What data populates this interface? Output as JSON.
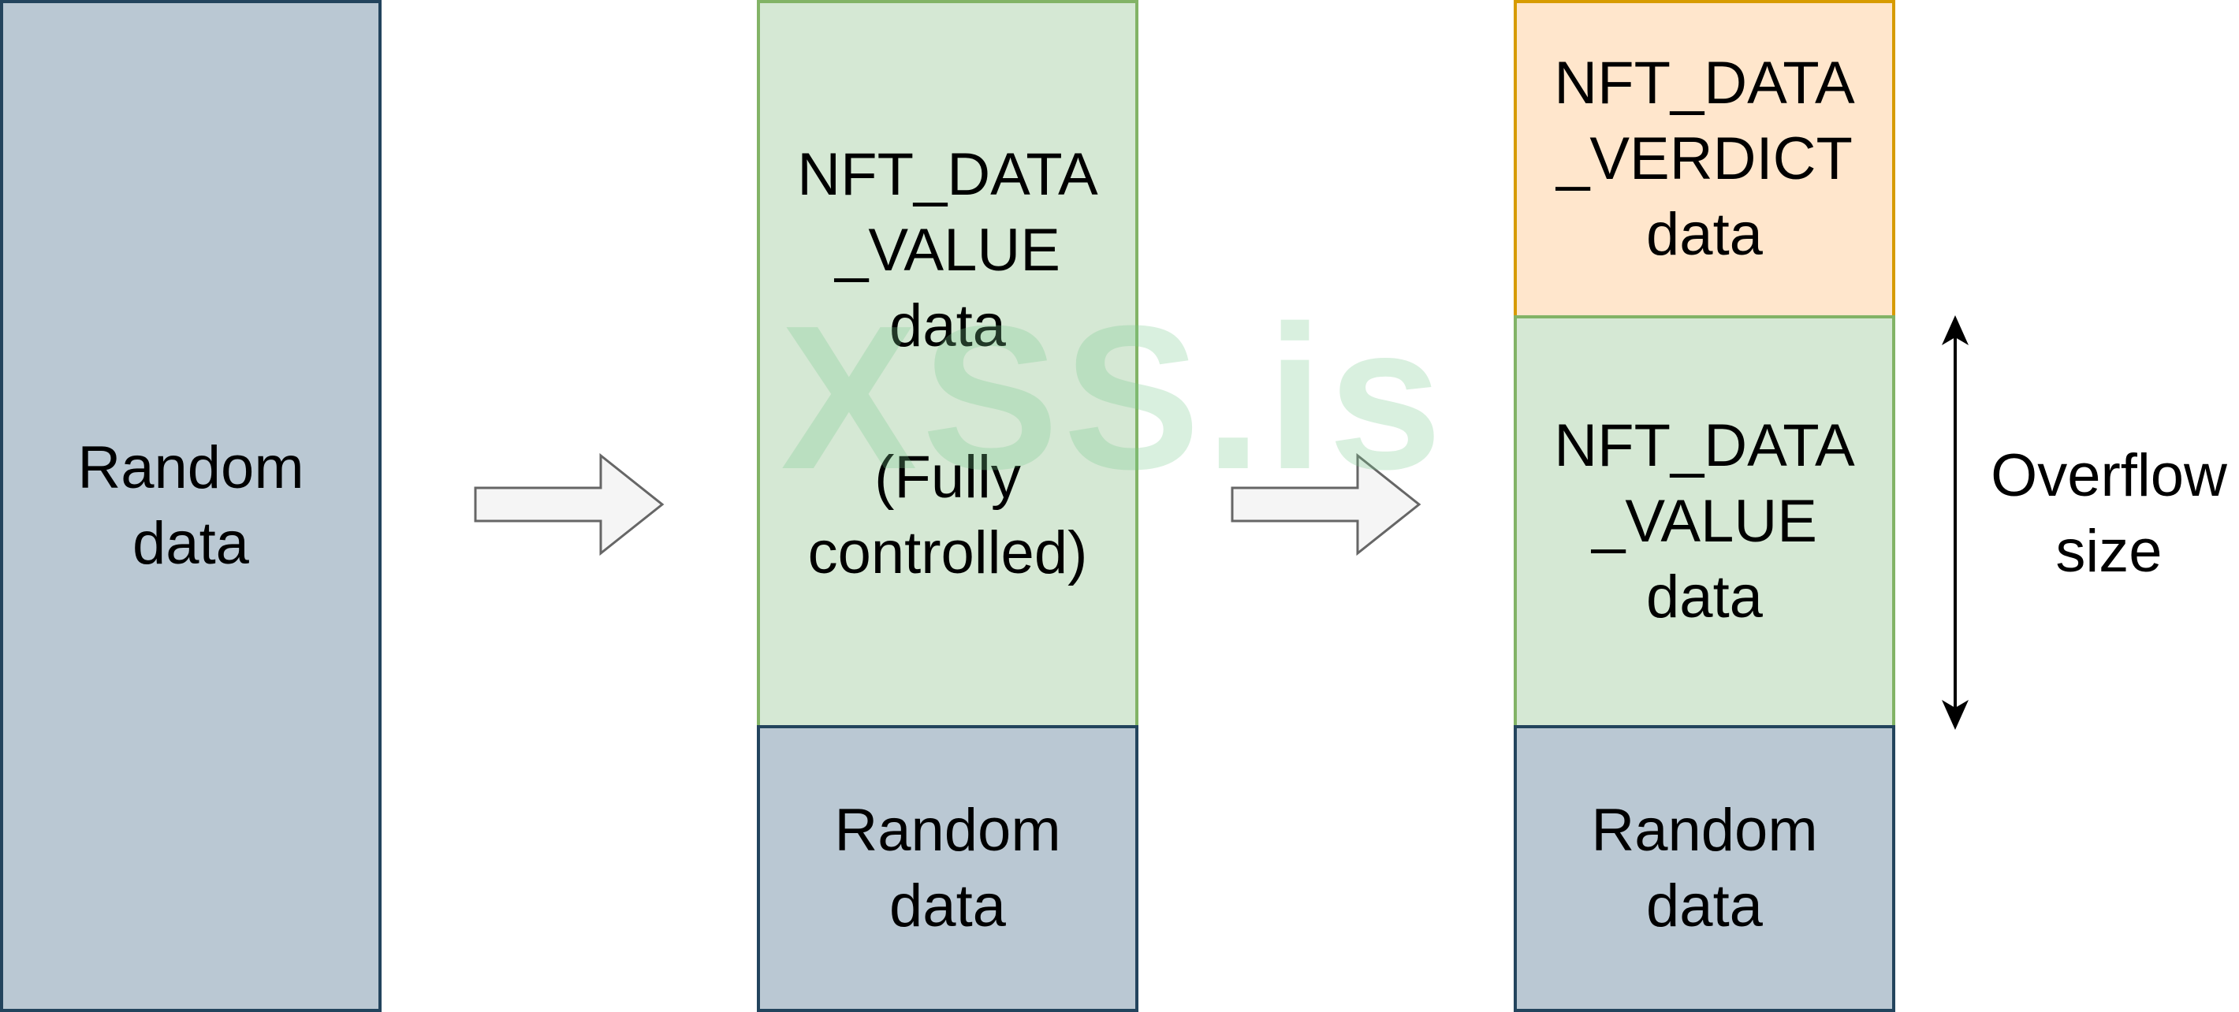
{
  "diagram": {
    "stage1": {
      "random_block": "Random\ndata"
    },
    "stage2": {
      "value_block": "NFT_DATA\n_VALUE\ndata\n\n(Fully\ncontrolled)",
      "random_block": "Random\ndata"
    },
    "stage3": {
      "verdict_block": "NFT_DATA\n_VERDICT\ndata",
      "value_block": "NFT_DATA\n_VALUE\ndata",
      "random_block": "Random\ndata"
    },
    "overflow_label": "Overflow\nsize",
    "watermark": "XSS.is"
  },
  "colors": {
    "random_fill": "#bac8d3",
    "random_stroke": "#23445d",
    "value_fill": "#d5e8d4",
    "value_stroke": "#82b366",
    "verdict_fill": "#ffe6cc",
    "verdict_stroke": "#d79b00"
  }
}
